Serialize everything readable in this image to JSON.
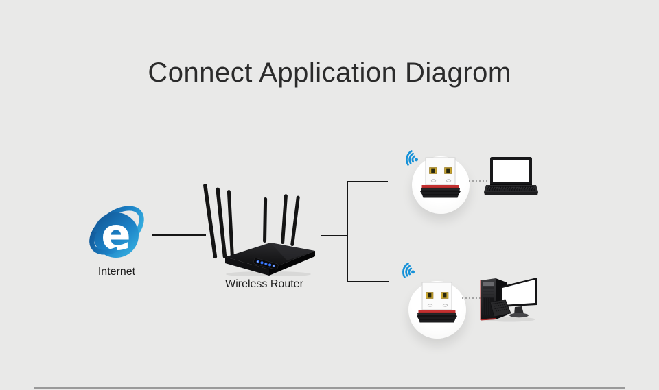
{
  "title": "Connect Application Diagrom",
  "nodes": {
    "internet": {
      "label": "Internet",
      "icon": "internet-explorer-logo"
    },
    "router": {
      "label": "Wireless Router",
      "icon": "wireless-router"
    },
    "client_top": {
      "adapter_icon": "usb-wifi-adapter",
      "signal_icon": "wifi-signal",
      "device_icon": "laptop"
    },
    "client_bottom": {
      "adapter_icon": "usb-wifi-adapter",
      "signal_icon": "wifi-signal",
      "device_icon": "desktop-computer"
    }
  },
  "colors": {
    "background": "#e9e9e8",
    "title_text": "#2b2b2b",
    "label_text": "#1b1b1b",
    "connector_line": "#161616",
    "wifi_blue": "#1591d8",
    "ie_blue_dark": "#11518f",
    "ie_blue_light": "#38b3e3",
    "adapter_red": "#c23030",
    "router_led_blue": "#2e6cf2",
    "dotted_link": "#a3a3a3",
    "bottom_rule": "#9a9a9a"
  }
}
